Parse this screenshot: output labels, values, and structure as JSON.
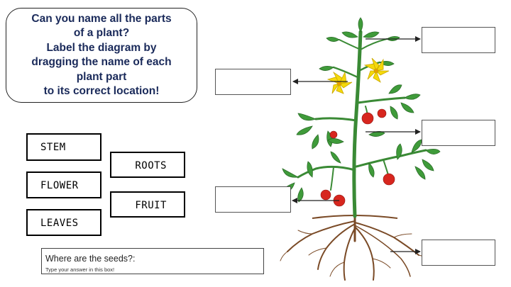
{
  "instructions": {
    "text": "Can you name all the parts\nof a plant?\nLabel the diagram by\ndragging the name of each\nplant part\nto its correct location!"
  },
  "cards": {
    "stem": "STEM",
    "roots": "ROOTS",
    "flower": "FLOWER",
    "fruit": "FRUIT",
    "leaves": "LEAVES"
  },
  "seeds": {
    "question": "Where are the seeds?:",
    "placeholder": "Type your answer in this box!"
  },
  "colors": {
    "leaf": "#3f9b3a",
    "stem": "#3a8a35",
    "flower": "#f5d90a",
    "fruit": "#d7261e",
    "root": "#7a4a26"
  }
}
